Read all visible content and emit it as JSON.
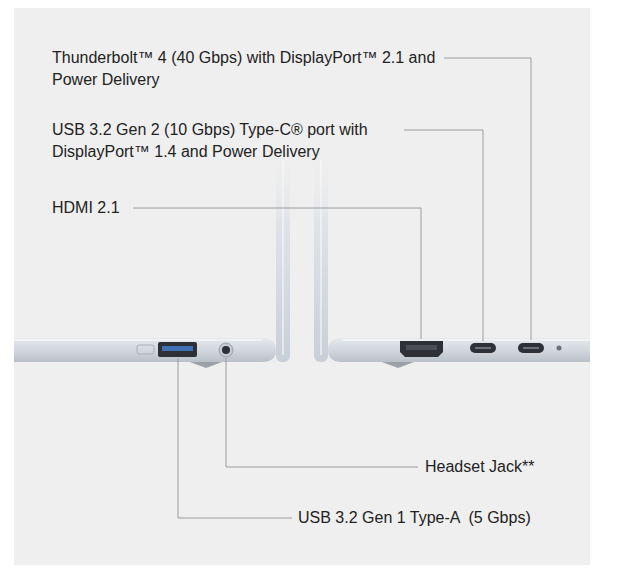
{
  "diagram": {
    "labels": [
      "Thunderbolt™ 4 (40 Gbps) with DisplayPort™ 2.1 and Power Delivery",
      "USB 3.2 Gen 2 (10 Gbps) Type-C® port with DisplayPort™ 1.4 and Power Delivery",
      "HDMI 2.1",
      "Headset Jack**",
      "USB 3.2 Gen 1 Type-A  (5 Gbps)"
    ]
  }
}
